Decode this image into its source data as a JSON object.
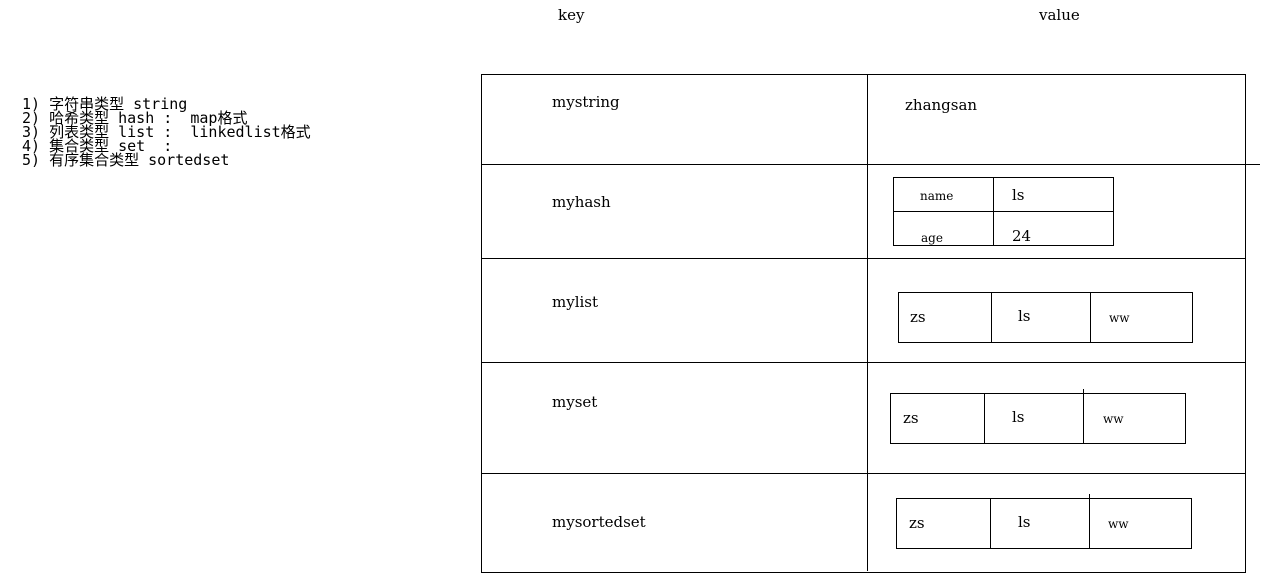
{
  "headers": {
    "key": "key",
    "value": "value"
  },
  "types": [
    "1) 字符串类型 string",
    "2) 哈希类型 hash :  map格式",
    "3) 列表类型 list :  linkedlist格式",
    "4) 集合类型 set  :",
    "5) 有序集合类型 sortedset"
  ],
  "rows": [
    {
      "key": "mystring",
      "value": "zhangsan"
    },
    {
      "key": "myhash",
      "hash": [
        {
          "field": "name",
          "value": "ls"
        },
        {
          "field": "age",
          "value": "24"
        }
      ]
    },
    {
      "key": "mylist",
      "items": [
        "zs",
        "ls",
        "ww"
      ]
    },
    {
      "key": "myset",
      "items": [
        "zs",
        "ls",
        "ww"
      ]
    },
    {
      "key": "mysortedset",
      "items": [
        "zs",
        "ls",
        "ww"
      ]
    }
  ]
}
